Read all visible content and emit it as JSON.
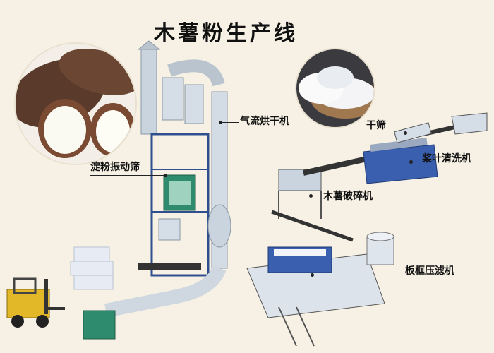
{
  "title": "木薯粉生产线",
  "labels": {
    "air_dryer": "气流烘干机",
    "dry_sieve": "干筛",
    "starch_sieve": "淀粉振动筛",
    "paddle_washer": "桨叶清洗机",
    "crusher": "木薯破碎机",
    "filter_press": "板框压滤机"
  },
  "colors": {
    "steel": "#c9d4df",
    "blue_frame": "#2f4f8f",
    "green_accent": "#2e8b6e",
    "forklift_yellow": "#e2b829",
    "cassava_skin": "#5a3a2a",
    "background": "#f6f1e4"
  }
}
